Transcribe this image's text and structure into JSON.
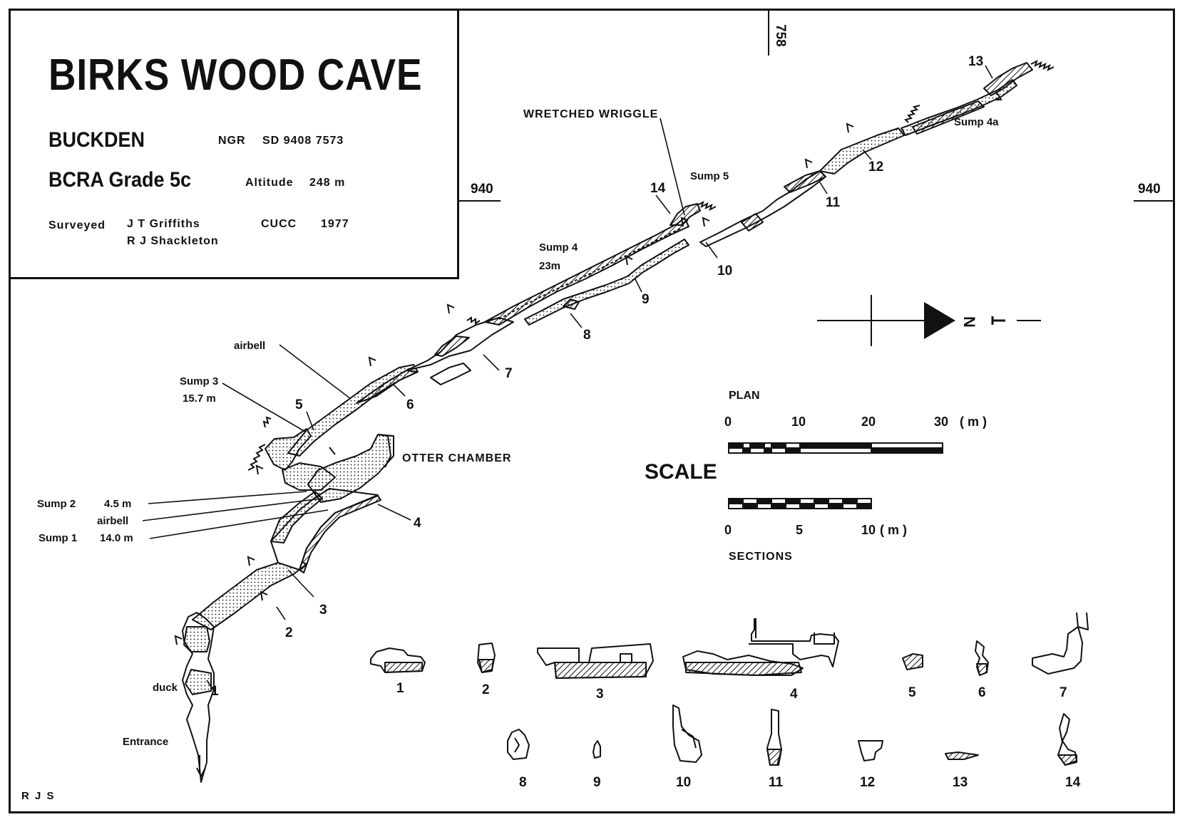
{
  "title": "BIRKS WOOD CAVE",
  "location": "BUCKDEN",
  "ngr_label": "NGR",
  "ngr_value": "SD 9408 7573",
  "grade": "BCRA Grade 5c",
  "altitude_label": "Altitude",
  "altitude_value": "248 m",
  "surveyed_label": "Surveyed",
  "surveyors": [
    "J T Griffiths",
    "R J Shackleton"
  ],
  "club": "CUCC",
  "year": "1977",
  "grid": {
    "easting_left": "940",
    "easting_right": "940",
    "northing_top": "758"
  },
  "labels": {
    "wretched_wriggle": "WRETCHED WRIGGLE",
    "sump5": "Sump 5",
    "sump4a": "Sump 4a",
    "sump4": "Sump 4",
    "sump4_len": "23m",
    "airbell_top": "airbell",
    "sump3": "Sump 3",
    "sump3_len": "15.7 m",
    "otter": "OTTER CHAMBER",
    "sump2": "Sump 2",
    "sump2_len": "4.5 m",
    "airbell_mid": "airbell",
    "sump1": "Sump 1",
    "sump1_len": "14.0 m",
    "duck": "duck",
    "entrance": "Entrance",
    "author": "R J S"
  },
  "station_numbers": [
    "1",
    "2",
    "3",
    "4",
    "5",
    "6",
    "7",
    "8",
    "9",
    "10",
    "11",
    "12",
    "13",
    "14"
  ],
  "north_letter": "N",
  "scale": {
    "title": "SCALE",
    "plan_label": "PLAN",
    "plan_ticks": [
      "0",
      "10",
      "20",
      "30"
    ],
    "plan_unit": "( m )",
    "sections_label": "SECTIONS",
    "section_ticks": [
      "0",
      "5",
      "10"
    ],
    "section_unit": "( m )"
  },
  "section_labels": [
    "1",
    "2",
    "3",
    "4",
    "5",
    "6",
    "7",
    "8",
    "9",
    "10",
    "11",
    "12",
    "13",
    "14"
  ]
}
